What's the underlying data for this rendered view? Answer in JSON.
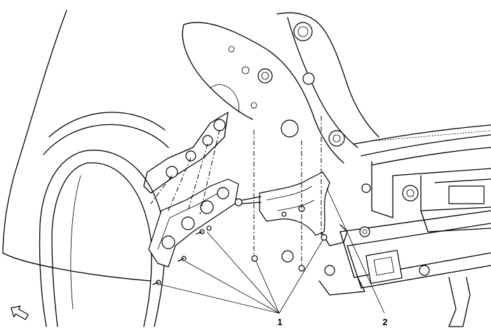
{
  "callouts": [
    {
      "id": "1",
      "label": "1"
    },
    {
      "id": "2",
      "label": "2"
    }
  ],
  "orientation_arrow": {
    "icon": "front-direction-arrow-icon"
  }
}
